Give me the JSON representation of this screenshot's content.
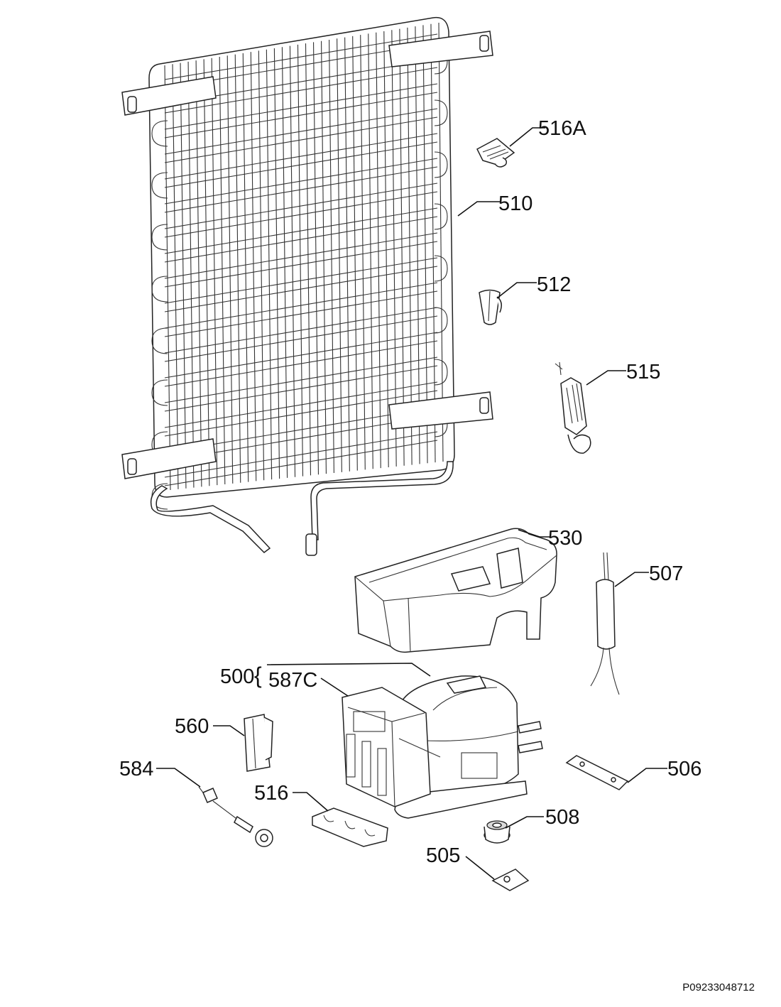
{
  "labels": {
    "p516A": "516A",
    "p510": "510",
    "p512": "512",
    "p515": "515",
    "p530": "530",
    "p507": "507",
    "p500": "500",
    "p587C": "587C",
    "p560": "560",
    "p584": "584",
    "p506": "506",
    "p516": "516",
    "p508": "508",
    "p505": "505"
  },
  "document_id": "P09233048712"
}
